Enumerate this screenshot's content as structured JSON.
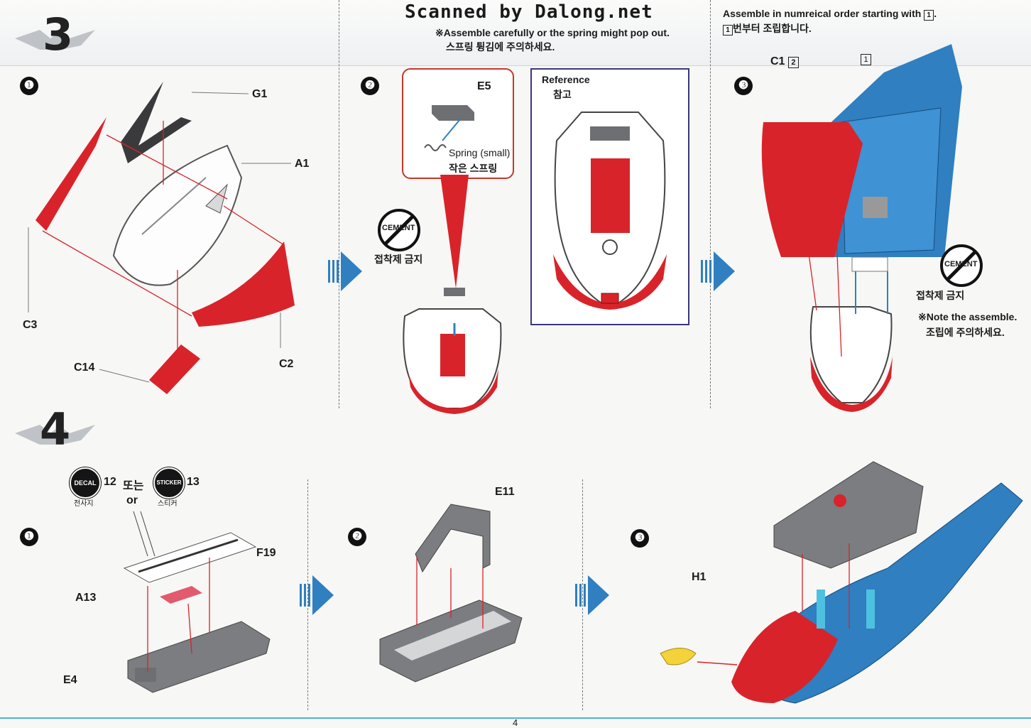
{
  "header": {
    "scanned": "Scanned by Dalong.net",
    "spring_note_en": "※Assemble carefully or the spring might pop out.",
    "spring_note_ko": "스프링 튕김에 주의하세요.",
    "order_note_en": "Assemble in numreical order starting with",
    "order_note_ko": "번부터 조립합니다.",
    "order_box": "1"
  },
  "step3": {
    "number": "3",
    "sub1": {
      "num": "❶",
      "parts": {
        "g1": "G1",
        "a1": "A1",
        "c3": "C3",
        "c2": "C2",
        "c14": "C14"
      }
    },
    "sub2": {
      "num": "❷",
      "e5": "E5",
      "spring_en": "Spring (small)",
      "spring_ko": "작은 스프링",
      "cement_ko": "접착제 금지",
      "cement_badge": "CEMENT",
      "reference_en": "Reference",
      "reference_ko": "참고"
    },
    "sub3": {
      "num": "❸",
      "c1": "C1",
      "c1_box": "2",
      "ref_box": "1",
      "cement_badge": "CEMENT",
      "cement_ko": "접착제 금지",
      "note_en": "※Note the assemble.",
      "note_ko": "조립에 주의하세요."
    }
  },
  "step4": {
    "number": "4",
    "decal": {
      "badge": "DECAL",
      "badge_ko": "전사지",
      "num1": "12",
      "or_ko": "또는",
      "or_en": "or",
      "sticker": "STICKER",
      "sticker_ko": "스티커",
      "num2": "13"
    },
    "sub1": {
      "num": "❶",
      "parts": {
        "a13": "A13",
        "f19": "F19",
        "e4": "E4"
      }
    },
    "sub2": {
      "num": "❷",
      "e11": "E11"
    },
    "sub3": {
      "num": "❸",
      "h1": "H1"
    }
  },
  "footer": {
    "page": "4"
  },
  "colors": {
    "red": "#d9232a",
    "blue": "#2f7fc1",
    "gray": "#7b7d80",
    "yellow": "#f3d23a",
    "accent": "#4db3d9"
  }
}
